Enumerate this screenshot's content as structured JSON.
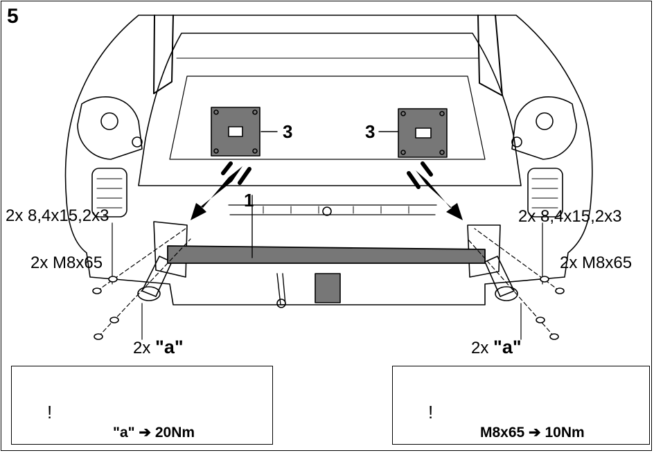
{
  "step_number": "5",
  "parts": {
    "tow_bar": "1",
    "plate_left": "3",
    "plate_right": "3"
  },
  "hardware": {
    "washer_left": "2x 8,4x15,2x3",
    "washer_right": "2x 8,4x15,2x3",
    "bolt_left": "2x M8x65",
    "bolt_right": "2x M8x65",
    "a_qty_left": "2x",
    "a_label_left": "\"a\"",
    "a_qty_right": "2x",
    "a_label_right": "\"a\""
  },
  "torque_box_left": {
    "text": "\"a\" ➔ 20Nm",
    "icon": "warning-triangle-icon"
  },
  "torque_box_right": {
    "text": "M8x65 ➔ 10Nm",
    "icon": "warning-triangle-icon"
  },
  "warning_symbol": "!"
}
